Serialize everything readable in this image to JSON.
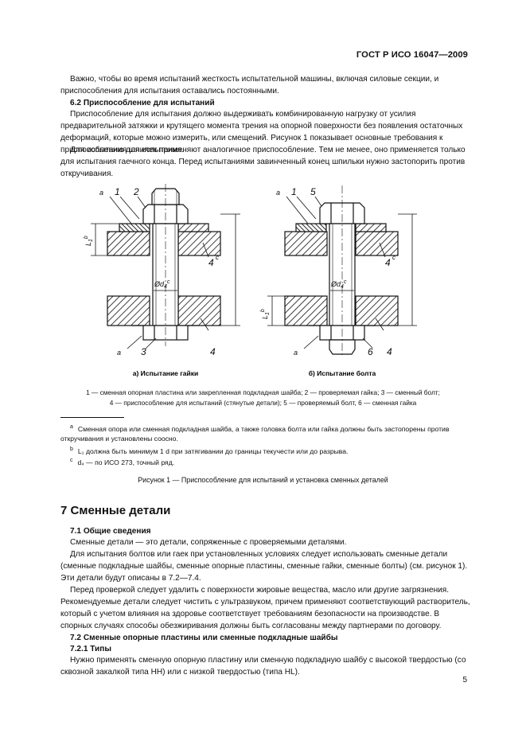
{
  "header": "ГОСТ Р ИСО 16047—2009",
  "intro_paragraph": "Важно, чтобы во время испытаний жесткость испытательной машины, включая силовые секции, и приспособления для испытания оставались постоянными.",
  "section_6_2": {
    "title": "6.2 Приспособление для испытаний",
    "paragraphs": [
      "Приспособление для испытания должно выдерживать комбинированную нагрузку от усилия предварительной затяжки и крутящего момента трения на опорной поверхности без появления остаточных деформаций, которые можно измерить, или смещений. Рисунок 1 показывает основные требования к приспособлению для испытания.",
      "Для испытания шпилек применяют аналогичное приспособление. Тем не менее, оно применяется только для испытания гаечного конца. Перед испытаниями завинченный конец шпильки нужно застопорить против откручивания."
    ]
  },
  "figure": {
    "left": {
      "caption": "а) Испытание гайки",
      "labels": {
        "a_top": "a",
        "n1": "1",
        "n2": "2",
        "n4_mid": "4",
        "sup_c": "c",
        "n3": "3",
        "n4_bot": "4",
        "a_bot": "a",
        "L": "L",
        "L_sub": "1",
        "L_sup": "b",
        "d": "Ød",
        "d_sub": "4",
        "d_sup": "c"
      }
    },
    "right": {
      "caption": "б) Испытание болта",
      "labels": {
        "a_top": "a",
        "n1": "1",
        "n5": "5",
        "n4_mid": "4",
        "sup_c": "c",
        "n6": "6",
        "n4_bot": "4",
        "a_bot": "a",
        "L": "L",
        "L_sub": "1",
        "L_sup": "b",
        "d": "Ød",
        "d_sub": "4",
        "d_sup": "c"
      }
    },
    "legend_line1": "1 — сменная опорная пластина или закрепленная подкладная шайба; 2 — проверяемая гайка; 3 — сменный болт;",
    "legend_line2": "4 — приспособление для испытаний (стянутые детали); 5 — проверяемый болт, 6 — сменная гайка",
    "footnotes": [
      {
        "mark": "a",
        "text": "Сменная опора или сменная подкладная шайба, а также головка болта или гайка должны быть застопорены против откручивания и установлены соосно."
      },
      {
        "mark": "b",
        "text": "L₁ должна быть минимум 1 d при затягивании до границы текучести или до разрыва."
      },
      {
        "mark": "c",
        "text": "d₄ — по ИСО 273, точный ряд."
      }
    ],
    "title": "Рисунок 1 — Приспособление для испытаний и установка сменных деталей"
  },
  "section_7": {
    "title": "7 Сменные детали",
    "s7_1_title": "7.1 Общие сведения",
    "s7_1_paragraphs": [
      "Сменные детали — это детали, сопряженные с проверяемыми деталями.",
      "Для испытания болтов или гаек при установленных условиях следует использовать сменные детали (сменные подкладные шайбы, сменные опорные пластины, сменные гайки, сменные болты) (см. рисунок 1). Эти детали будут описаны в 7.2—7.4.",
      "Перед проверкой следует удалить с поверхности жировые вещества, масло или другие загрязнения. Рекомендуемые детали следует чистить с ультразвуком, причем применяют соответствующий растворитель, который с учетом влияния на здоровье соответствует требованиям безопасности на производстве. В спорных случаях способы обезжиривания должны быть согласованы между партнерами по договору."
    ],
    "s7_2_title": "7.2 Сменные опорные пластины или сменные подкладные шайбы",
    "s7_2_1_title": "7.2.1 Типы",
    "s7_2_1_paragraph": "Нужно применять сменную опорную пластину или сменную подкладную шайбу с высокой твердостью (со сквозной закалкой типа HH) или с низкой твердостью (типа HL)."
  },
  "page_number": "5"
}
